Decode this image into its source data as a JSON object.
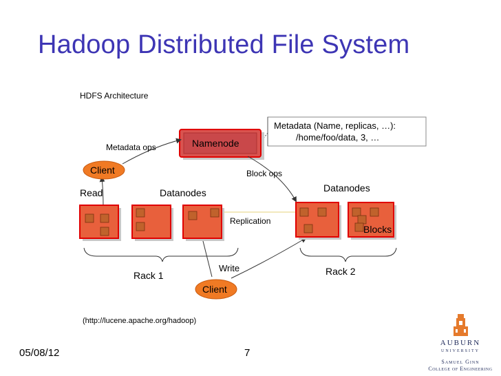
{
  "slide": {
    "title": "Hadoop Distributed File System",
    "date": "05/08/12",
    "page_number": "7"
  },
  "diagram": {
    "heading": "HDFS Architecture",
    "namenode": "Namenode",
    "metadata_box": {
      "line1": "Metadata (Name, replicas, …):",
      "line2": "/home/foo/data, 3, …"
    },
    "metadata_ops": "Metadata ops",
    "block_ops": "Block ops",
    "client_top": "Client",
    "client_bottom": "Client",
    "read": "Read",
    "write": "Write",
    "datanodes_left": "Datanodes",
    "datanodes_right": "Datanodes",
    "replication": "Replication",
    "blocks": "Blocks",
    "rack1": "Rack 1",
    "rack2": "Rack 2",
    "source": "(http://lucene.apache.org/hadoop)"
  },
  "logo": {
    "name": "AUBURN",
    "sub": "UNIVERSITY",
    "college1": "Samuel Ginn",
    "college2": "College of Engineering"
  },
  "colors": {
    "title": "#3d35b4",
    "datanode_fill": "#e8603c",
    "datanode_border": "#e00000",
    "block_fill": "#c0622c",
    "namenode_fill": "#d9534f",
    "client_fill": "#f07a24"
  }
}
